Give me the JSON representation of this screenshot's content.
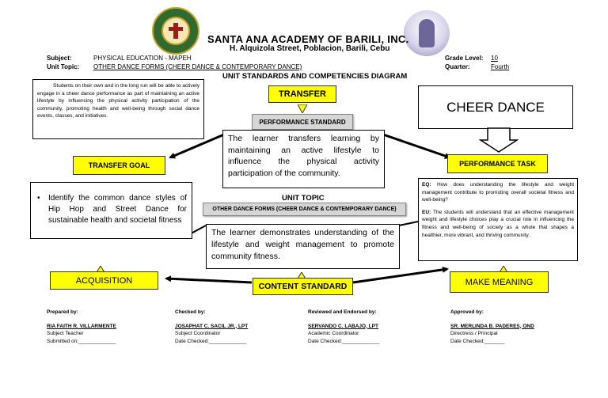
{
  "header": {
    "school_name": "SANTA ANA ACADEMY OF BARILI, INC.",
    "address": "H. Alquizola Street, Poblacion, Barili, Cebu"
  },
  "meta": {
    "subject_label": "Subject:",
    "subject_value": "PHYSICAL EDUCATION - MAPEH",
    "topic_label": "Unit Topic:",
    "topic_value": "OTHER DANCE FORMS (CHEER DANCE & CONTEMPORARY DANCE)",
    "grade_label": "Grade Level:",
    "grade_value": "10",
    "quarter_label": "Quarter:",
    "quarter_value": "Fourth"
  },
  "diagram": {
    "title": "UNIT STANDARDS AND COMPETENCIES DIAGRAM",
    "transfer_label": "TRANSFER",
    "performance_standard_label": "PERFORMANCE STANDARD",
    "performance_standard_text": "The learner transfers learning by maintaining an active lifestyle to influence the physical activity participation of the community.",
    "transfer_goal_text": "Students on their own and in the long run will be able to actively engage in a cheer dance performance as part of maintaining an active lifestyle by influencing the physical activity participation of the community, promoting health and well-being through social dance events, classes, and initiatives.",
    "transfer_goal_label": "TRANSFER GOAL",
    "cheer_dance": "CHEER DANCE",
    "performance_task_label": "PERFORMANCE TASK",
    "acquisition_text": "Identify the common dance styles of Hip Hop and Street Dance for sustainable health and societal fitness",
    "acquisition_label": "ACQUISITION",
    "unit_topic_label": "UNIT TOPIC",
    "unit_topic_value": "OTHER DANCE FORMS (CHEER DANCE & CONTEMPORARY DANCE)",
    "content_standard_text": "The learner demonstrates understanding of the lifestyle and weight management to promote community fitness.",
    "content_standard_label": "CONTENT STANDARD",
    "eq_label": "EQ:",
    "eq_text": "How does understanding the lifestyle and weight management contribute to promoting overall societal fitness and well-being?",
    "eu_label": "EU:",
    "eu_text": "The students will understand that an effective management weight and lifestyle choices play a crucial role in influencing the fitness and well-being of society as a whole that shapes a healthier, more vibrant, and thriving community.",
    "make_meaning_label": "MAKE MEANING"
  },
  "signatures": [
    {
      "heading": "Prepared by:",
      "name": "RIA FAITH R. VILLARMENTE",
      "role": "Subject Teacher",
      "date_line": "Submitted on:_____________"
    },
    {
      "heading": "Checked by:",
      "name": "JOSAPHAT C. SACIL JR., LPT",
      "role": "Subject Coordinator",
      "date_line": "Date Checked:_____________"
    },
    {
      "heading": "Reviewed and Endorsed by:",
      "name": "SERVANDO C. LABAJO, LPT",
      "role": "Academic Coordinator",
      "date_line": "Date Checked:_____________"
    },
    {
      "heading": "Approved by:",
      "name": "SR. MERLINDA B. PADERES, OND",
      "role": "Directress / Principal",
      "date_line": "Date Checked:_______"
    }
  ]
}
